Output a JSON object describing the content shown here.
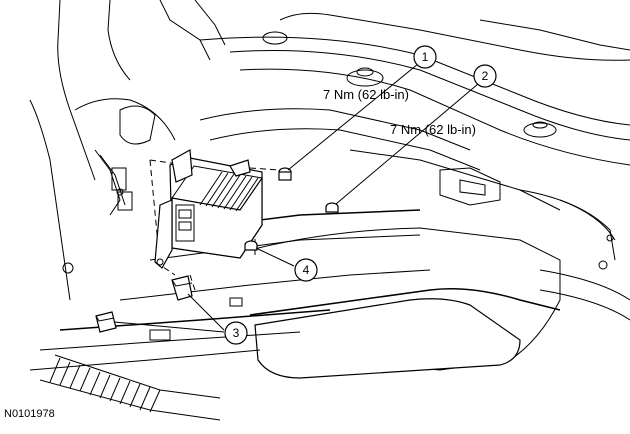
{
  "figure_id": "N0101978",
  "callouts": [
    {
      "number": "1",
      "torque": "7 Nm (62 lb-in)"
    },
    {
      "number": "2",
      "torque": "7 Nm (62 lb-in)"
    },
    {
      "number": "3"
    },
    {
      "number": "4"
    }
  ]
}
